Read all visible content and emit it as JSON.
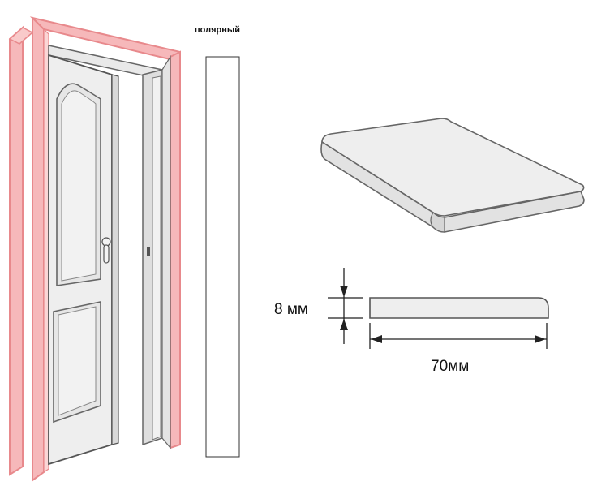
{
  "labels": {
    "color_name": "полярный",
    "thickness": "8 мм",
    "width": "70мм"
  },
  "colors": {
    "frame_highlight": "#e8898c",
    "frame_highlight_fill": "#f6b8ba",
    "line": "#555555",
    "door_fill": "#eeeeee",
    "swatch_fill": "#ffffff",
    "swatch_border": "#333333"
  }
}
